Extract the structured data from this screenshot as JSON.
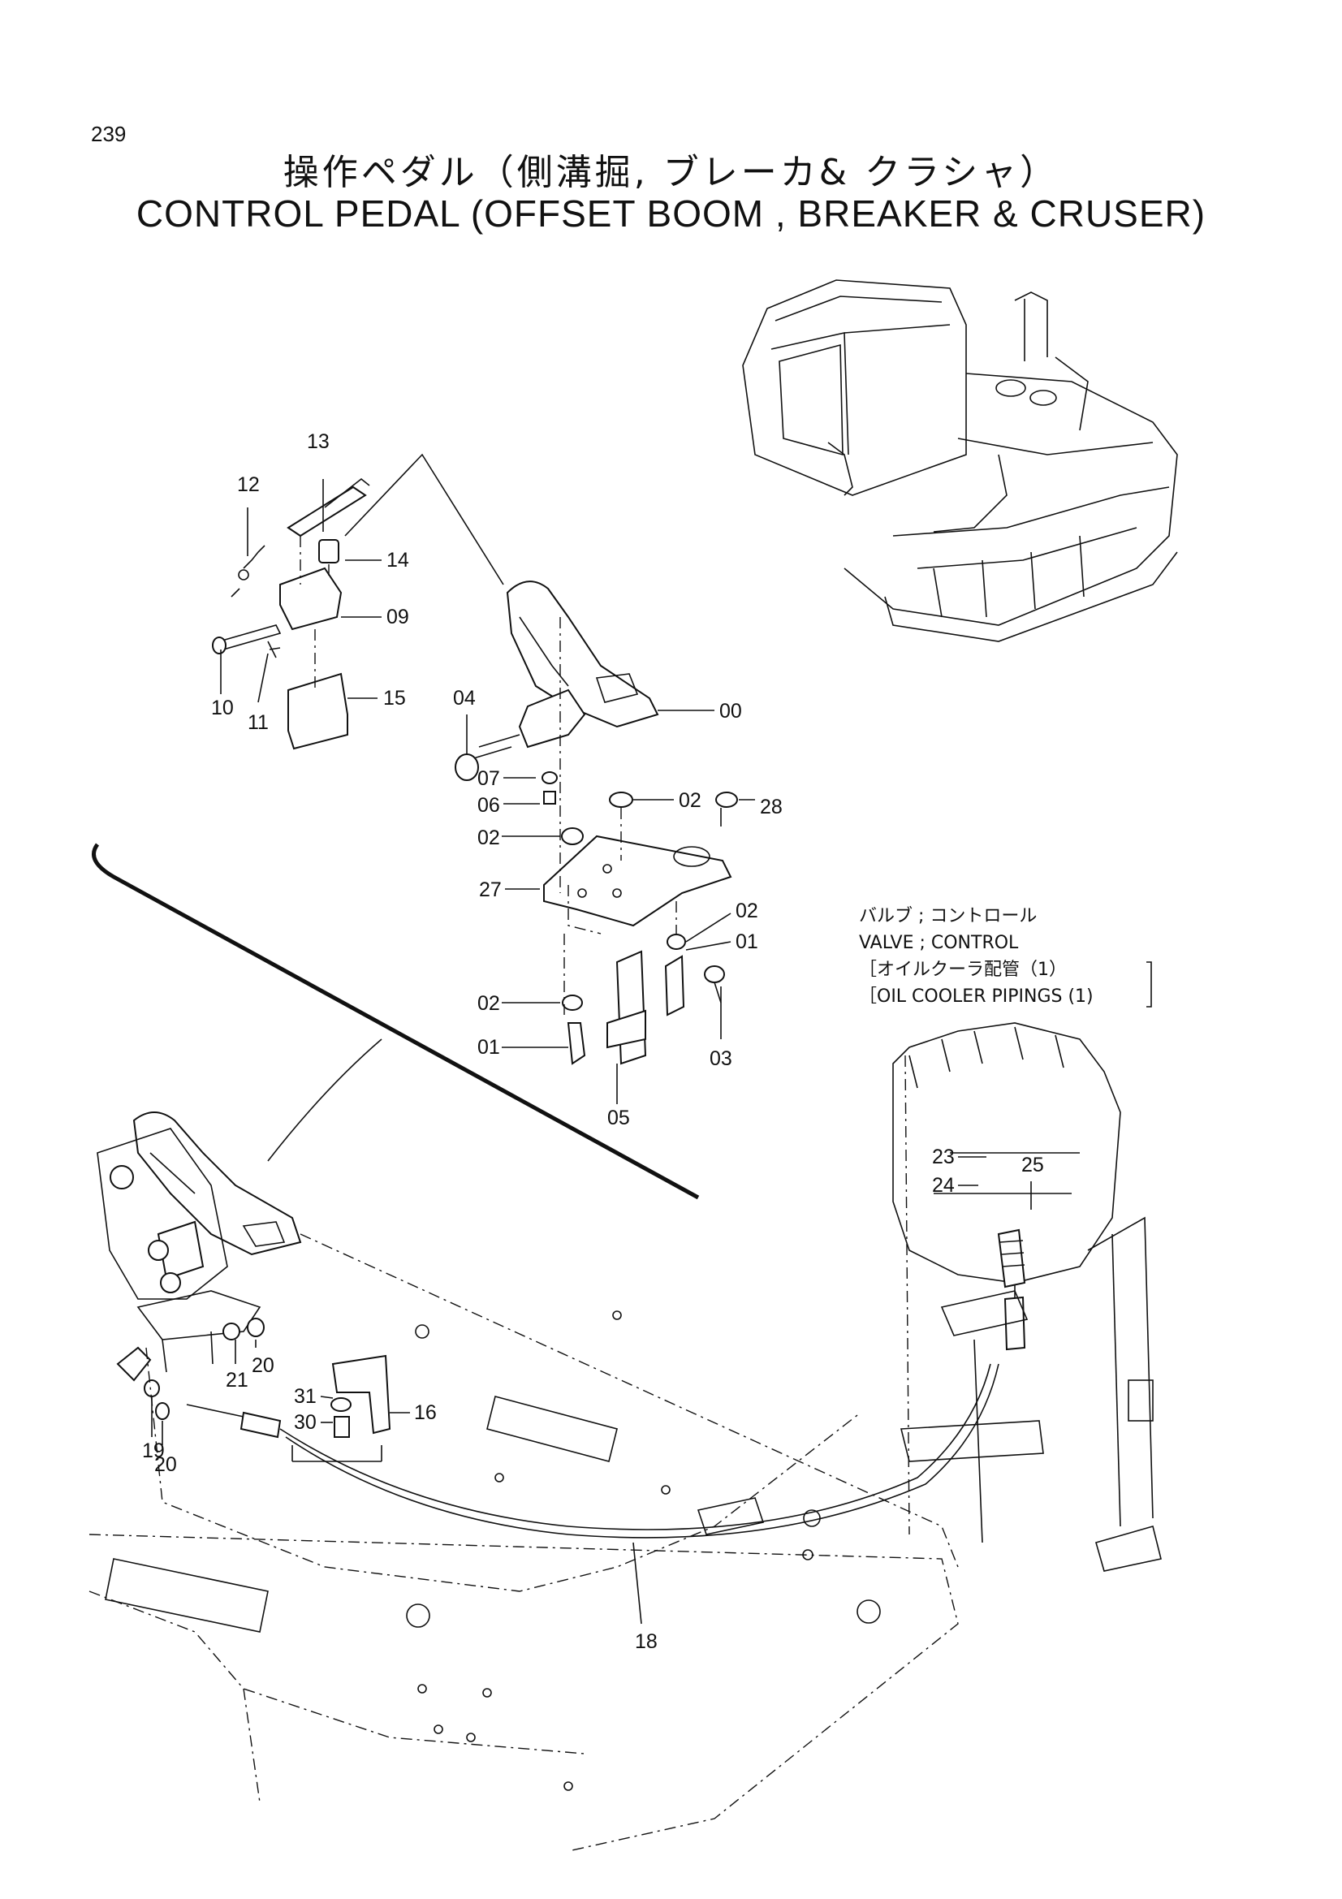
{
  "header": {
    "page_number": "239",
    "title_jp": "操作ペダル（側溝掘, ブレーカ& クラシャ）",
    "title_en": "CONTROL  PEDAL  (OFFSET  BOOM , BREAKER & CRUSER)"
  },
  "note": {
    "line1": "バルブ ; コントロール",
    "line2": "VALVE ; CONTROL",
    "line3": "［オイルクーラ配管（1）",
    "line4": "［OIL COOLER PIPINGS (1)"
  },
  "callouts": {
    "c13": "13",
    "c12": "12",
    "c14": "14",
    "c09": "09",
    "c10": "10",
    "c11": "11",
    "c15": "15",
    "c04": "04",
    "c00": "00",
    "c07": "07",
    "c06": "06",
    "c02a": "02",
    "c28": "28",
    "c02b": "02",
    "c27": "27",
    "c02c": "02",
    "c01a": "01",
    "c02d": "02",
    "c03": "03",
    "c01b": "01",
    "c05": "05",
    "c23": "23",
    "c24": "24",
    "c25": "25",
    "c31": "31",
    "c30": "30",
    "c16": "16",
    "c21": "21",
    "c20a": "20",
    "c19": "19",
    "c20b": "20",
    "c18": "18"
  }
}
